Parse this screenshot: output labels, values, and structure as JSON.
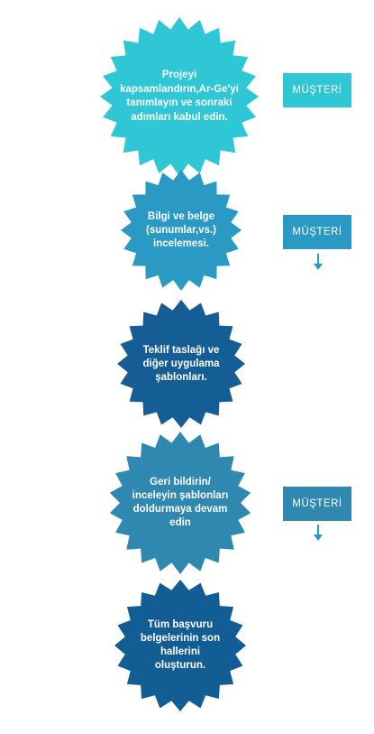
{
  "colors": {
    "step1": "#2fc6d6",
    "step2": "#2a9ac4",
    "step3": "#155d95",
    "step4": "#2e88b0",
    "step5": "#135d95",
    "tag1": "#2fc6d6",
    "tag2": "#2a9ac4",
    "tag3": "#2e88b0",
    "arrow": "#2a9ac4"
  },
  "steps": [
    {
      "text": "Projeyi kapsamlandırın,Ar-Ge'yi tanımlayın ve sonraki adımları kabul edin."
    },
    {
      "text": "Bilgi ve belge (sunumlar,vs.) incelemesi."
    },
    {
      "text": "Teklif taslağı ve diğer uygulama şablonları."
    },
    {
      "text": "Geri bildirin/ inceleyin şablonları doldurmaya devam edin"
    },
    {
      "text": "Tüm başvuru belgelerinin son hallerini oluşturun."
    }
  ],
  "tags": [
    {
      "label": "MÜŞTERİ",
      "icon": "arrow-down-icon",
      "has_arrow": false
    },
    {
      "label": "MÜŞTERİ",
      "icon": "arrow-down-icon",
      "has_arrow": true
    },
    {
      "label": "MÜŞTERİ",
      "icon": "arrow-down-icon",
      "has_arrow": true
    }
  ]
}
